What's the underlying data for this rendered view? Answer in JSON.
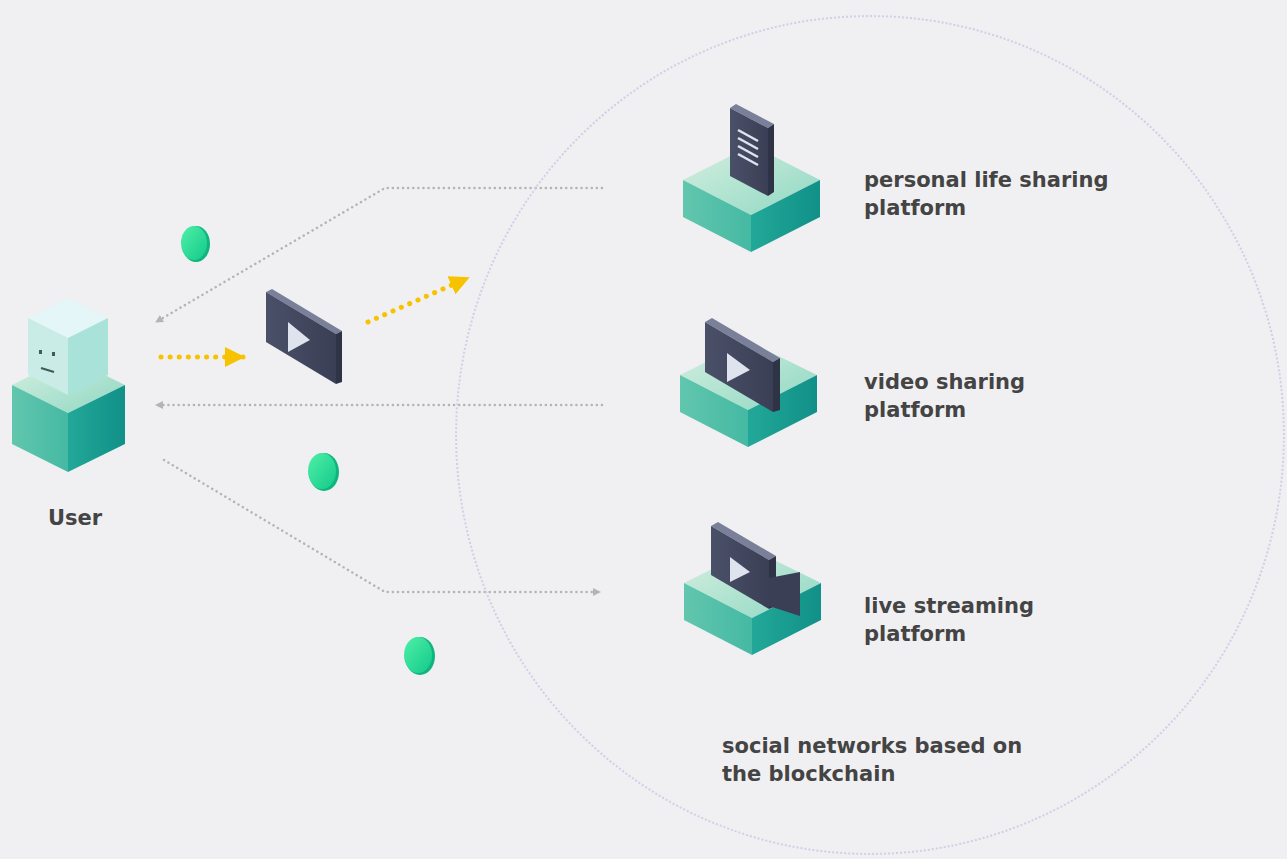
{
  "diagram": {
    "nodes": [
      {
        "text": [
          "User"
        ]
      },
      {
        "text": [
          "social networks based on the blockchain"
        ]
      },
      {
        "text": [
          "personal life sharing platform"
        ],
        "in": 1
      },
      {
        "text": [
          "video sharing platform"
        ],
        "in": 1
      },
      {
        "text": [
          "live streaming platform"
        ],
        "in": 1
      }
    ],
    "edges": [
      {
        "from": 2,
        "to": 0,
        "arrow": "to"
      },
      {
        "from": 3,
        "to": 0,
        "arrow": "to"
      },
      {
        "from": 0,
        "to": 4,
        "arrow": "to"
      },
      {
        "from": 0,
        "to": 1,
        "arrow": "to"
      }
    ]
  }
}
